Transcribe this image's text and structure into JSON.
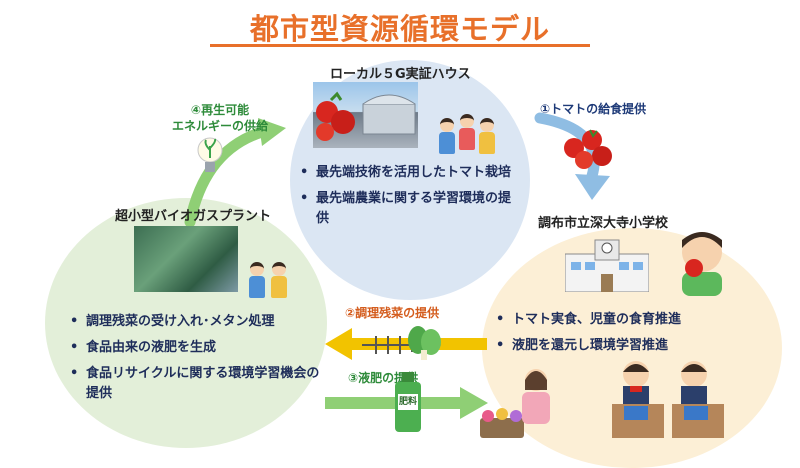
{
  "title": "都市型資源循環モデル",
  "colors": {
    "title": "#e8702a",
    "blue_circle": "#dbe6f3",
    "green_circle": "#e3efd9",
    "orange_circle": "#fcefd6",
    "green_arrow": "#8fcf75",
    "yellow_arrow": "#f2c300",
    "blue_arrow": "#8fbde3"
  },
  "house": {
    "name": "ローカル５G実証ハウス",
    "bullets": [
      "最先端技術を活用したトマト栽培",
      "最先端農業に関する学習環境の提供"
    ]
  },
  "plant": {
    "name": "超小型バイオガスプラント",
    "bullets": [
      "調理残菜の受け入れ･メタン処理",
      "食品由来の液肥を生成",
      "食品リサイクルに関する環境学習機会の提供"
    ]
  },
  "school": {
    "name": "調布市立深大寺小学校",
    "bullets": [
      "トマト実食、児童の食育推進",
      "液肥を還元し環境学習推進"
    ]
  },
  "flows": {
    "f1": "①トマトの給食提供",
    "f2": "②調理残菜の提供",
    "f3": "③液肥の提供",
    "f4_line1": "④再生可能",
    "f4_line2": "エネルギーの供給"
  },
  "bottle_label": "肥料",
  "icons": [
    "tomato-photo",
    "greenhouse-photo",
    "children-icon",
    "lightbulb-plant-icon",
    "tomatoes-icon",
    "school-building-icon",
    "fish-bone-icon",
    "vegetable-icon",
    "fertilizer-bottle-icon",
    "watering-can-icon",
    "student-eating-tomato-icon",
    "students-desks-icon"
  ]
}
